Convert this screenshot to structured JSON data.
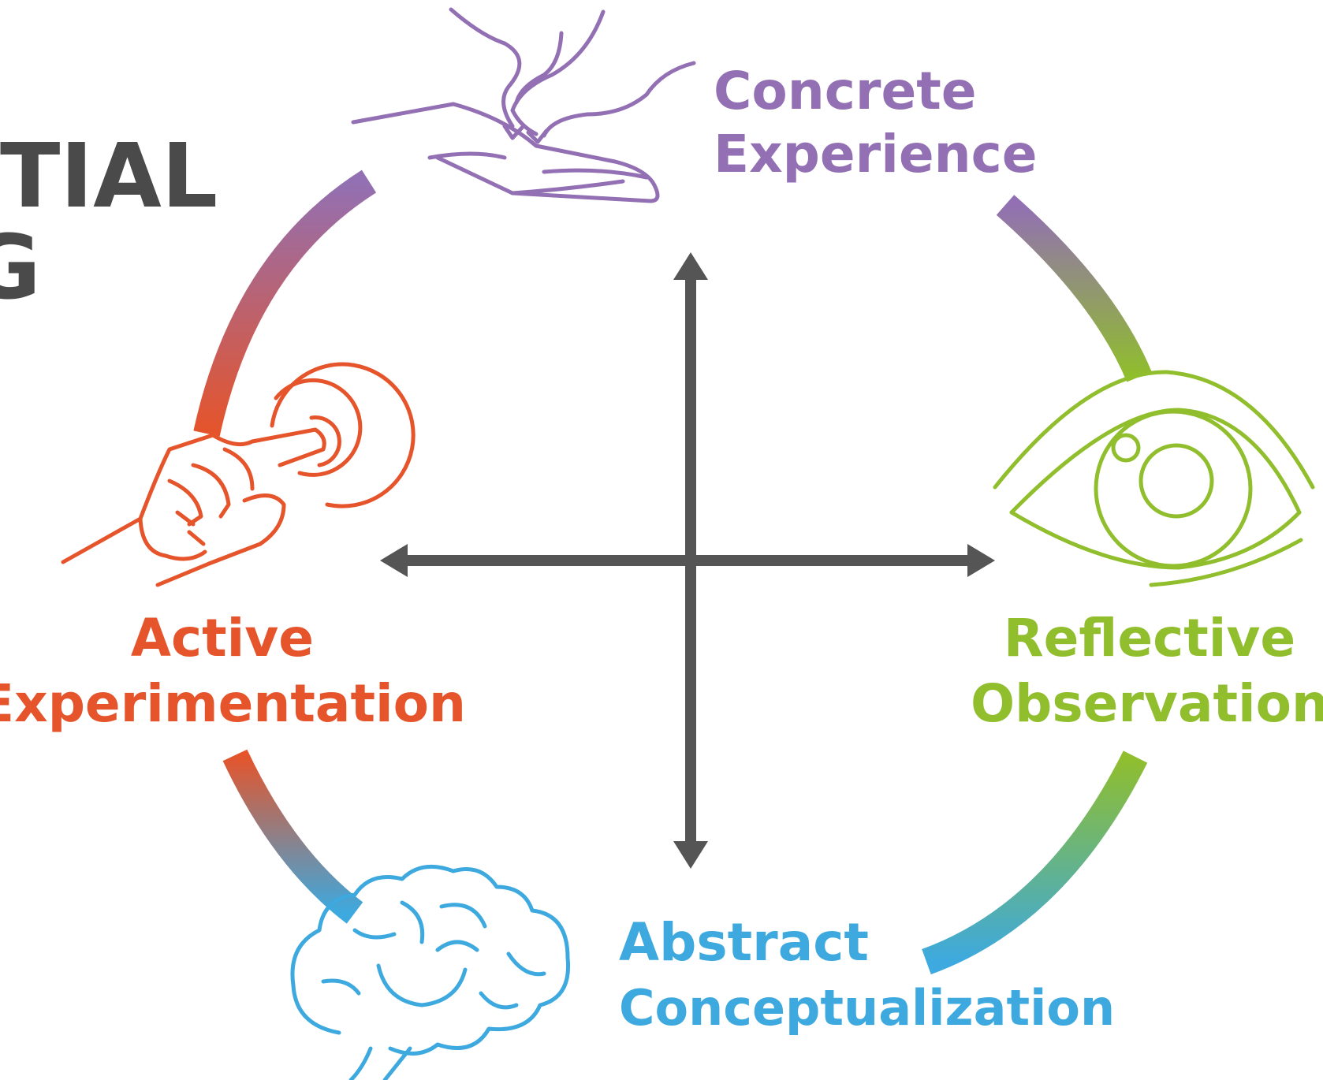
{
  "title": {
    "line1": "TIAL",
    "line2": "G"
  },
  "stages": {
    "concrete": {
      "line1": "Concrete",
      "line2": "Experience"
    },
    "reflective": {
      "line1": "Reflective",
      "line2": "Observation"
    },
    "abstract": {
      "line1": "Abstract",
      "line2": "Conceptualization"
    },
    "active": {
      "line1": "Active",
      "line2": "Experimentation"
    }
  },
  "icons": {
    "concrete": "hand-receiving-icon",
    "reflective": "eye-icon",
    "abstract": "brain-icon",
    "active": "finger-press-target-icon"
  },
  "colors": {
    "concrete": "#9270B3",
    "reflective": "#90BE2C",
    "abstract": "#3DA9DF",
    "active": "#E5542A",
    "axes": "#555555",
    "title": "#4A4A4A"
  }
}
